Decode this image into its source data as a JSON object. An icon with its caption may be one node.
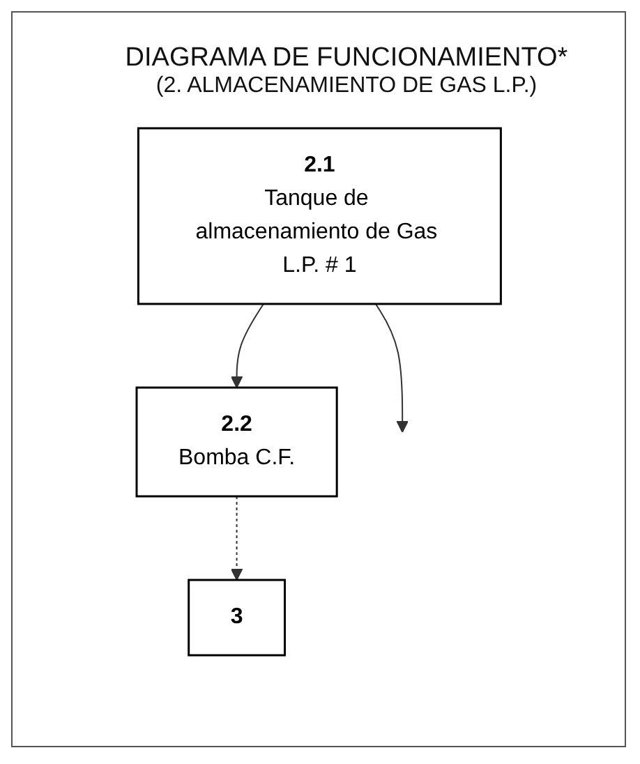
{
  "diagram": {
    "title": "DIAGRAMA DE FUNCIONAMIENTO*",
    "nodes": [
      {
        "text": [
          "2.1",
          "Tanque de almacenamiento de Gas L.P. # 1"
        ]
      },
      {
        "text": [
          "2.2",
          "Bomba C.F."
        ]
      },
      {
        "text": [
          "3"
        ]
      }
    ],
    "edges": [
      {
        "from": 0,
        "to": 1,
        "arrow": "to"
      },
      {
        "from": 1,
        "to": 2,
        "arrow": "to",
        "style": "dashed"
      },
      {
        "from": 0,
        "to": null,
        "arrow": "to"
      }
    ],
    "labels": [
      "(2. ALMACENAMIENTO DE GAS L.P.)"
    ]
  }
}
